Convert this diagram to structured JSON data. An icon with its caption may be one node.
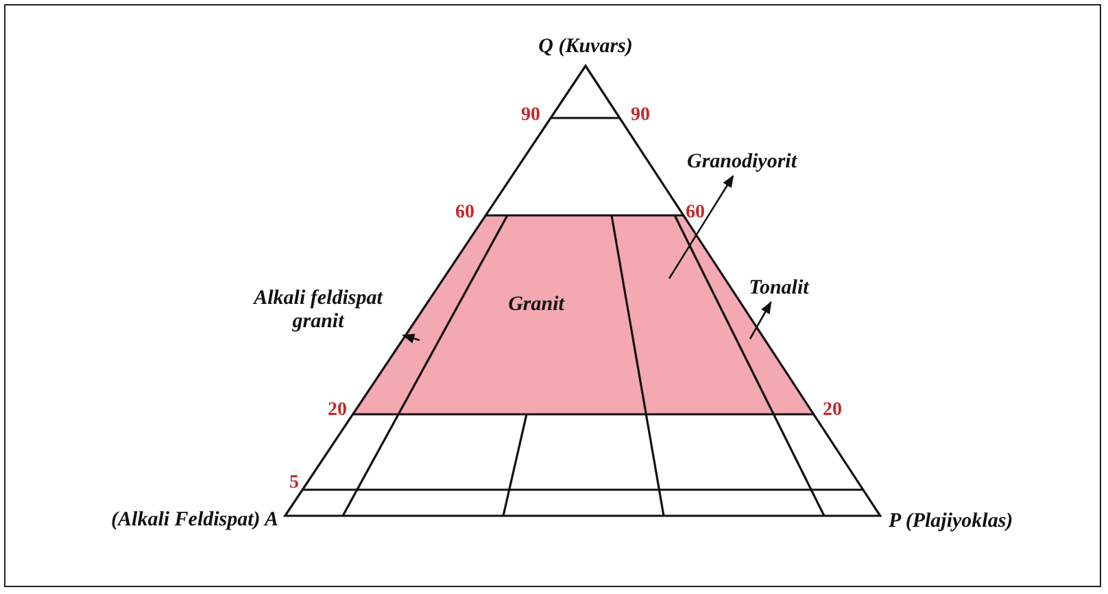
{
  "diagram": {
    "nodes": [
      {
        "text": [
          "Granodiyorit"
        ]
      },
      {
        "text": [
          "Alkali feldispat granit"
        ]
      },
      {
        "text": [
          "Tonalit"
        ]
      }
    ],
    "edges": [
      {
        "from": null,
        "to": 0,
        "arrow": "to"
      },
      {
        "from": null,
        "to": 1,
        "arrow": "to"
      },
      {
        "from": null,
        "to": 2,
        "arrow": "to"
      }
    ],
    "labels": [
      "Q (Kuvars)",
      "90",
      "90",
      "60",
      "60",
      "Granit",
      "20",
      "20",
      "5",
      "(Alkali Feldispat) A",
      "P (Plajiyoklas)"
    ]
  }
}
